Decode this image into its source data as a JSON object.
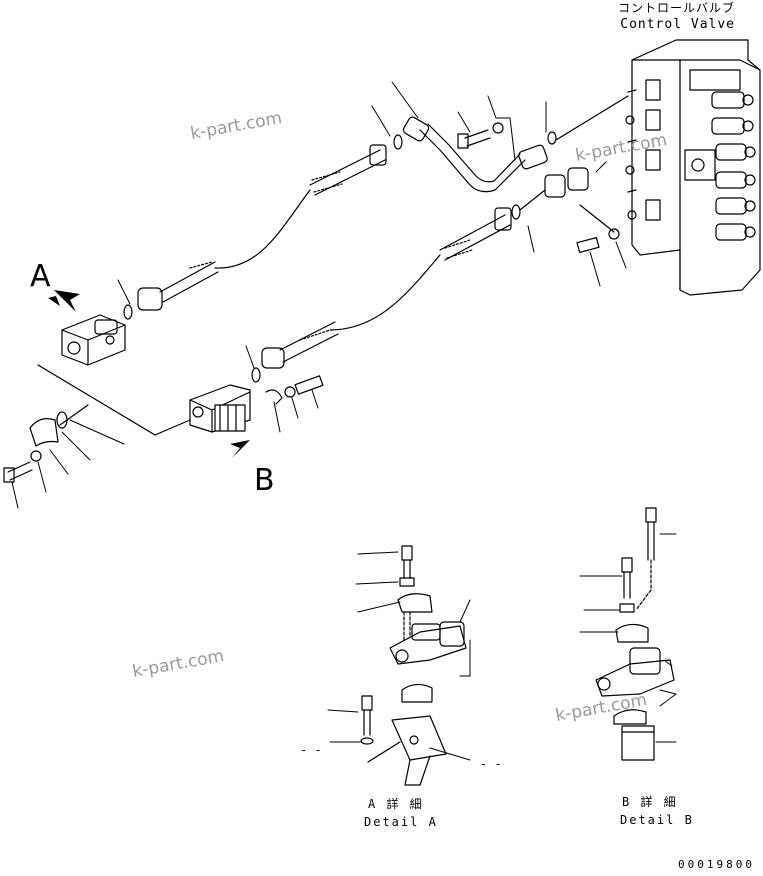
{
  "control_valve": {
    "label_jp": "コントロールバルブ",
    "label_en": "Control Valve"
  },
  "views": {
    "a_letter": "A",
    "b_letter": "B"
  },
  "detail_a": {
    "label_jp": "A 詳 細",
    "label_en": "Detail A"
  },
  "detail_b": {
    "label_jp": "B 詳 細",
    "label_en": "Detail B"
  },
  "part_number": "00019800",
  "watermark": "k-part.com",
  "dash_marks": {
    "left": "- -",
    "right": "- -"
  }
}
